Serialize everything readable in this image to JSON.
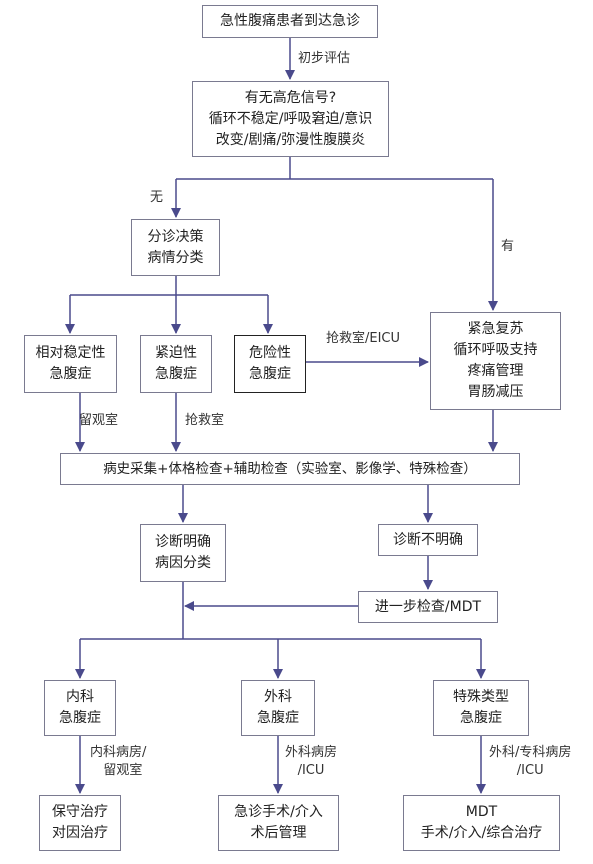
{
  "colors": {
    "connector": "#4a4a8c",
    "box_border": "#7a7a90",
    "emphasis_border": "#222222",
    "text": "#222222"
  },
  "nodes": {
    "start": {
      "lines": [
        "急性腹痛患者到达急诊"
      ]
    },
    "danger_check": {
      "lines": [
        "有无高危信号?",
        "循环不稳定/呼吸窘迫/意识",
        "改变/剧痛/弥漫性腹膜炎"
      ]
    },
    "triage": {
      "lines": [
        "分诊决策",
        "病情分类"
      ]
    },
    "emergency_resus": {
      "lines": [
        "紧急复苏",
        "循环呼吸支持",
        "疼痛管理",
        "胃肠减压"
      ]
    },
    "relatively_stable": {
      "lines": [
        "相对稳定性",
        "急腹症"
      ]
    },
    "urgent": {
      "lines": [
        "紧迫性",
        "急腹症"
      ]
    },
    "dangerous": {
      "lines": [
        "危险性",
        "急腹症"
      ]
    },
    "workup": {
      "lines": [
        "病史采集+体格检查+辅助检查（实验室、影像学、特殊检查）"
      ]
    },
    "dx_clear": {
      "lines": [
        "诊断明确",
        "病因分类"
      ]
    },
    "dx_unclear": {
      "lines": [
        "诊断不明确"
      ]
    },
    "further_exam": {
      "lines": [
        "进一步检查/MDT"
      ]
    },
    "internal": {
      "lines": [
        "内科",
        "急腹症"
      ]
    },
    "surgical": {
      "lines": [
        "外科",
        "急腹症"
      ]
    },
    "special": {
      "lines": [
        "特殊类型",
        "急腹症"
      ]
    },
    "conservative": {
      "lines": [
        "保守治疗",
        "对因治疗"
      ]
    },
    "surgery": {
      "lines": [
        "急诊手术/介入",
        "术后管理"
      ]
    },
    "mdt": {
      "lines": [
        "MDT",
        "手术/介入/综合治疗"
      ]
    }
  },
  "edge_labels": {
    "initial_assess": [
      "初步评估"
    ],
    "no": [
      "无"
    ],
    "yes": [
      "有"
    ],
    "resus_room_eicu": [
      "抢救室/EICU"
    ],
    "observation": [
      "留观室"
    ],
    "resus_room": [
      "抢救室"
    ],
    "internal_ward": [
      "内科病房/",
      "留观室"
    ],
    "surgical_ward": [
      "外科病房",
      "/ICU"
    ],
    "special_ward": [
      "外科/专科病房",
      "/ICU"
    ]
  }
}
